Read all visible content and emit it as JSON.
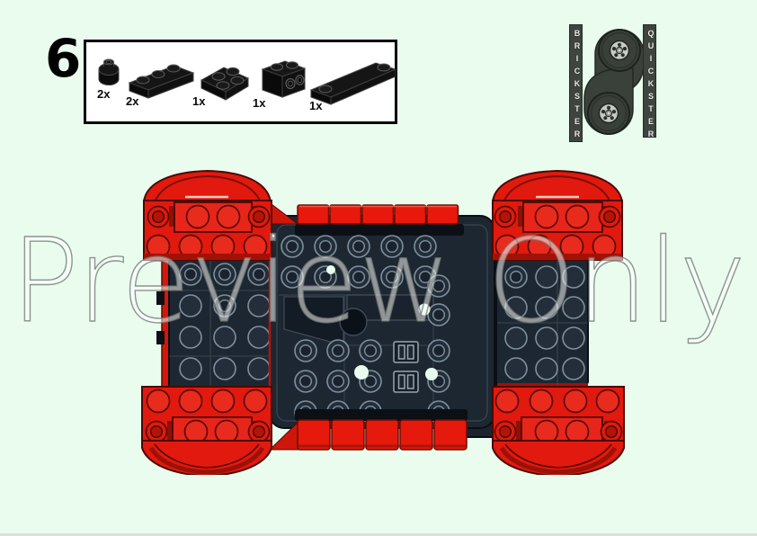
{
  "colors": {
    "background": "#e9fcee",
    "brick_red": "#e2190e",
    "brick_dark": "#1d2731",
    "part_black": "#111111",
    "watermark_fill": "#ffffff"
  },
  "step": {
    "number": "6"
  },
  "parts_panel": {
    "parts": [
      {
        "id": "plate-round-1x1",
        "quantity": "2x"
      },
      {
        "id": "plate-1x3",
        "quantity": "2x"
      },
      {
        "id": "plate-2x2",
        "quantity": "1x"
      },
      {
        "id": "brick-1x2-side-studs",
        "quantity": "1x"
      },
      {
        "id": "plate-1x4-end-studs",
        "quantity": "1x"
      }
    ]
  },
  "logo": {
    "left_text": "BRICKSTER",
    "right_text": "QUICKSTER"
  },
  "watermark": {
    "text": "Preview Only"
  }
}
